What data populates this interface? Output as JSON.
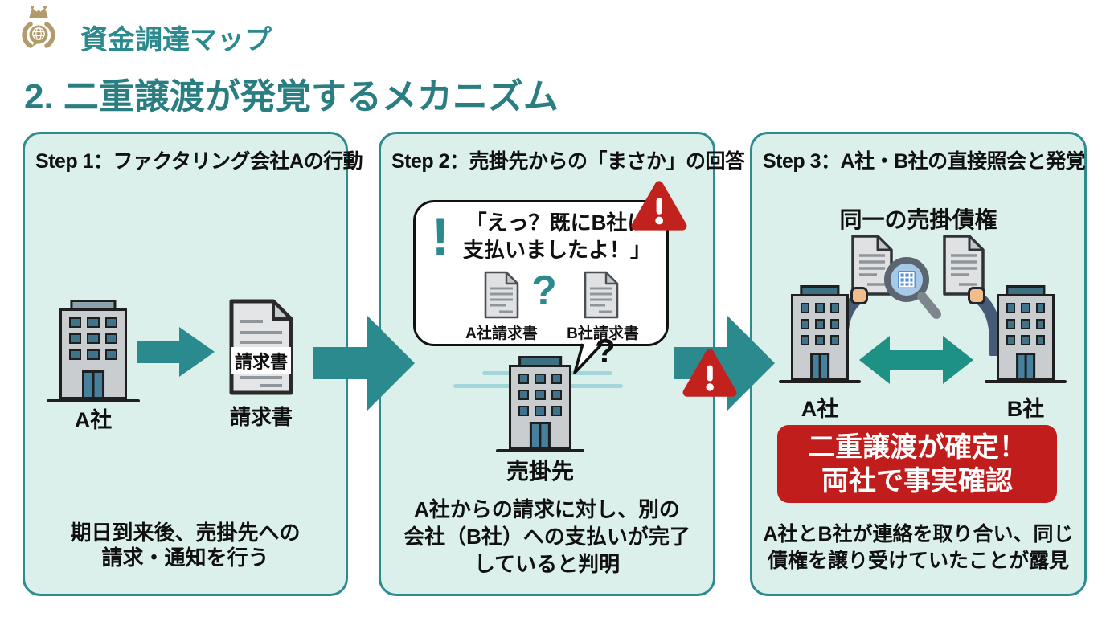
{
  "brand": {
    "name": "資金調達マップ"
  },
  "title": "2. 二重譲渡が発覚するメカニズム",
  "colors": {
    "teal": "#2A8A8E",
    "title_teal": "#2A7E82",
    "panel_bg": "#DCF0EB",
    "panel_border": "#2E8B8E",
    "warning_red": "#C2221E",
    "banner_red": "#C11D1D",
    "logo_gold": "#B29A6B",
    "building_gray": "#C9CDD0",
    "window_blue": "#3F7389",
    "document_gray": "#E0E2E4",
    "sleeve_navy": "#475B76",
    "hand_tan": "#F1BE8B",
    "lens_blue": "#A6C9E8",
    "speed_line_teal": "#A3D6DA",
    "double_arrow_teal": "#1D9183"
  },
  "step1": {
    "header": "Step 1：ファクタリング会社Aの行動",
    "company_label": "A社",
    "invoice_doc_text": "請求書",
    "invoice_label": "請求書",
    "caption_line1": "期日到来後、売掛先への",
    "caption_line2": "請求・通知を行う"
  },
  "step2": {
    "header": "Step 2：売掛先からの「まさか」の回答",
    "bubble": {
      "exclamation": "!",
      "line1": "「えっ？既にB社に",
      "line2": "支払いましたよ！」",
      "question": "?",
      "doc_a_label": "A社請求書",
      "doc_b_label": "B社請求書"
    },
    "tail_question": "?",
    "building_label": "売掛先",
    "caption_line1": "A社からの請求に対し、別の",
    "caption_line2": "会社（B社）への支払いが完了",
    "caption_line3": "していると判明"
  },
  "step3": {
    "header": "Step 3：A社・B社の直接照会と発覚",
    "top_label": "同一の売掛債権",
    "company_a_label": "A社",
    "company_b_label": "B社",
    "banner_line1": "二重譲渡が確定！",
    "banner_line2": "両社で事実確認",
    "caption_line1": "A社とB社が連絡を取り合い、同じ",
    "caption_line2": "債権を譲り受けていたことが露見"
  }
}
